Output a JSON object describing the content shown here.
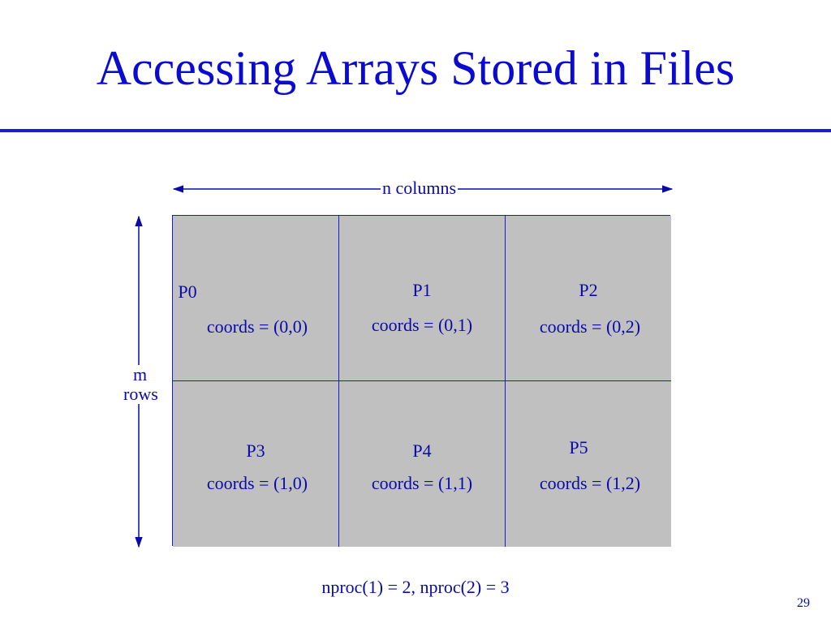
{
  "slide": {
    "title": "Accessing Arrays Stored in Files",
    "page_number": "29",
    "footnote": "nproc(1) = 2,  nproc(2) = 3"
  },
  "diagram": {
    "width_label": "n columns",
    "height_label_line1": "m",
    "height_label_line2": "rows",
    "cells": [
      {
        "name": "P0",
        "coords": "coords = (0,0)"
      },
      {
        "name": "P1",
        "coords": "coords = (0,1)"
      },
      {
        "name": "P2",
        "coords": "coords = (0,2)"
      },
      {
        "name": "P3",
        "coords": "coords = (1,0)"
      },
      {
        "name": "P4",
        "coords": "coords = (1,1)"
      },
      {
        "name": "P5",
        "coords": "coords = (1,2)"
      }
    ],
    "colors": {
      "line": "#0a0aa8",
      "cell_fill": "#c0c0c0",
      "title": "#0a0ad0"
    }
  }
}
